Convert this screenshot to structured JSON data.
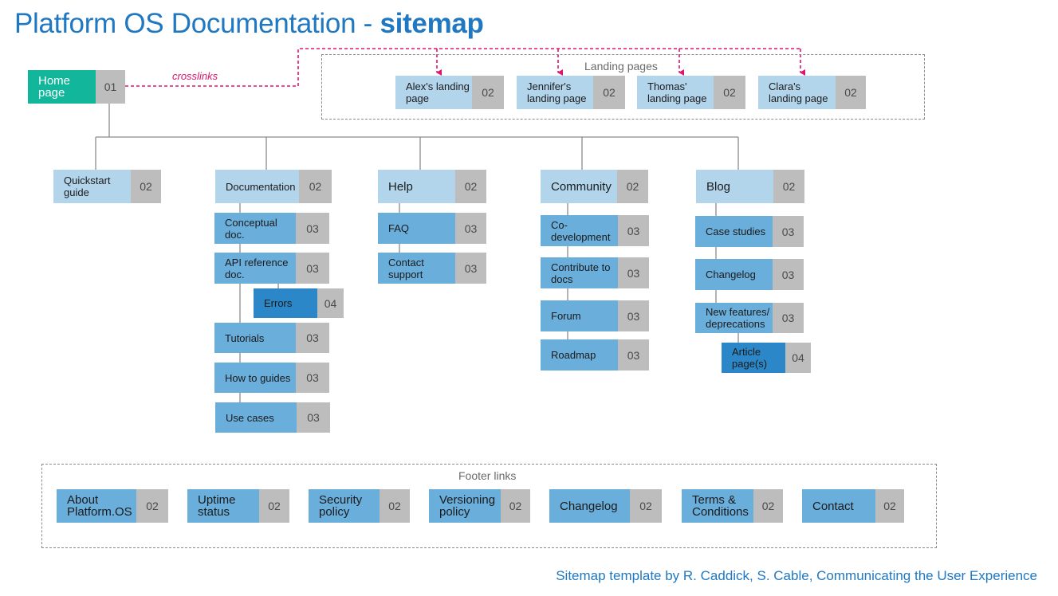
{
  "title": {
    "prefix": "Platform OS Documentation - ",
    "bold": "sitemap"
  },
  "crosslinks_label": "crosslinks",
  "landing_caption": "Landing pages",
  "footer_caption": "Footer links",
  "credit": "Sitemap template by R. Caddick, S. Cable, Communicating the User Experience",
  "colors": {
    "level1": "#12b79b",
    "level2": "#b3d5ec",
    "level3": "#6aaedb",
    "level4": "#2c87c9",
    "number": "#bdbdbd",
    "crosslink": "#e0156e",
    "title": "#1f78c1"
  },
  "home": {
    "label": "Home page",
    "num": "01"
  },
  "landing": [
    {
      "label": "Alex's landing page",
      "num": "02"
    },
    {
      "label": "Jennifer's landing page",
      "num": "02"
    },
    {
      "label": "Thomas' landing page",
      "num": "02"
    },
    {
      "label": "Clara's landing page",
      "num": "02"
    }
  ],
  "sections": [
    {
      "label": "Quickstart guide",
      "num": "02"
    },
    {
      "label": "Documentation",
      "num": "02"
    },
    {
      "label": "Help",
      "num": "02"
    },
    {
      "label": "Community",
      "num": "02"
    },
    {
      "label": "Blog",
      "num": "02"
    }
  ],
  "documentation_children": [
    {
      "label": "Conceptual doc.",
      "num": "03"
    },
    {
      "label": "API reference doc.",
      "num": "03"
    },
    {
      "label": "Errors",
      "num": "04"
    },
    {
      "label": "Tutorials",
      "num": "03"
    },
    {
      "label": "How to guides",
      "num": "03"
    },
    {
      "label": "Use cases",
      "num": "03"
    }
  ],
  "help_children": [
    {
      "label": "FAQ",
      "num": "03"
    },
    {
      "label": "Contact support",
      "num": "03"
    }
  ],
  "community_children": [
    {
      "label": "Co-development",
      "num": "03"
    },
    {
      "label": "Contribute to docs",
      "num": "03"
    },
    {
      "label": "Forum",
      "num": "03"
    },
    {
      "label": "Roadmap",
      "num": "03"
    }
  ],
  "blog_children": [
    {
      "label": "Case studies",
      "num": "03"
    },
    {
      "label": "Changelog",
      "num": "03"
    },
    {
      "label": "New features/ deprecations",
      "num": "03"
    },
    {
      "label": "Article page(s)",
      "num": "04"
    }
  ],
  "footer": [
    {
      "label": "About Platform.OS",
      "num": "02"
    },
    {
      "label": "Uptime status",
      "num": "02"
    },
    {
      "label": "Security policy",
      "num": "02"
    },
    {
      "label": "Versioning policy",
      "num": "02"
    },
    {
      "label": "Changelog",
      "num": "02"
    },
    {
      "label": "Terms & Conditions",
      "num": "02"
    },
    {
      "label": "Contact",
      "num": "02"
    }
  ]
}
